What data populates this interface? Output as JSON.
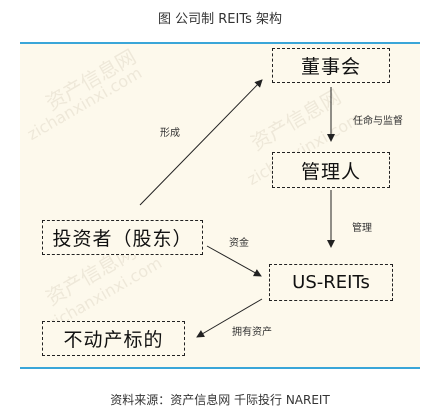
{
  "figure": {
    "title": "图 公司制 REITs 架构",
    "source": "资料来源：资产信息网 千际投行 NAREIT"
  },
  "nodes": {
    "board": "董事会",
    "manager": "管理人",
    "investors": "投资者（股东）",
    "us_reits": "US-REITs",
    "real_estate": "不动产标的"
  },
  "edges": {
    "form": "形成",
    "appoint_supervise": "任命与监督",
    "manage": "管理",
    "capital": "资金",
    "own_assets": "拥有资产"
  },
  "watermark": {
    "text_cn": "资产信息网",
    "text_en": "zichanxinxi.com"
  }
}
